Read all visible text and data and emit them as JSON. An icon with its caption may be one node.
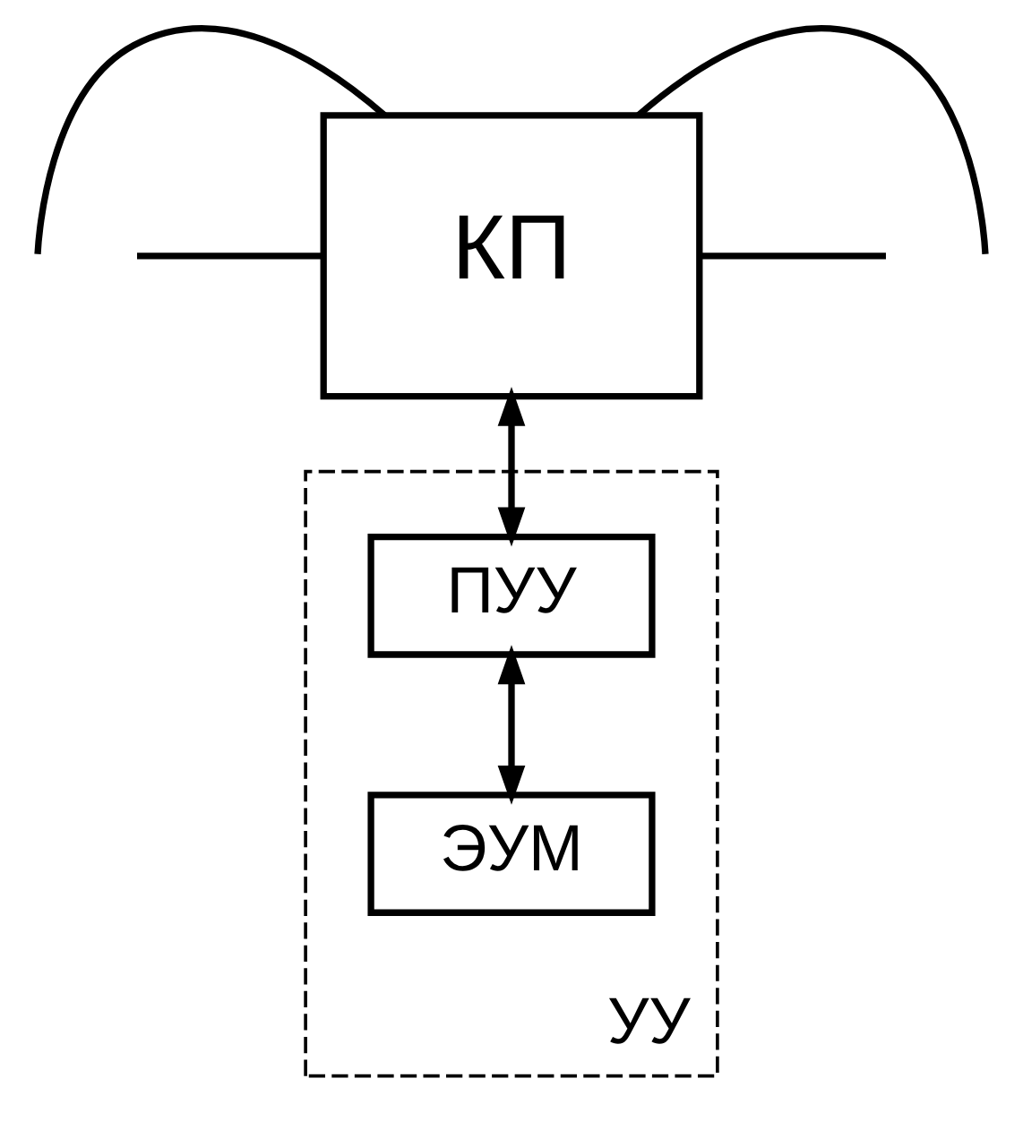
{
  "diagram": {
    "nodes": [
      {
        "text": [
          "КП"
        ]
      },
      {
        "text": [
          "УУ"
        ]
      },
      {
        "text": [
          "ПУУ"
        ],
        "in": 1
      },
      {
        "text": [
          "ЭУМ"
        ],
        "in": 1
      }
    ],
    "edges": [
      {
        "from": null,
        "to": 0,
        "arrow": "none"
      },
      {
        "from": null,
        "to": 0,
        "arrow": "none"
      },
      {
        "from": 0,
        "to": null,
        "arrow": "none"
      },
      {
        "from": 0,
        "to": null,
        "arrow": "none"
      },
      {
        "from": 0,
        "to": 2,
        "arrow": "both"
      },
      {
        "from": 2,
        "to": 3,
        "arrow": "both"
      }
    ]
  }
}
